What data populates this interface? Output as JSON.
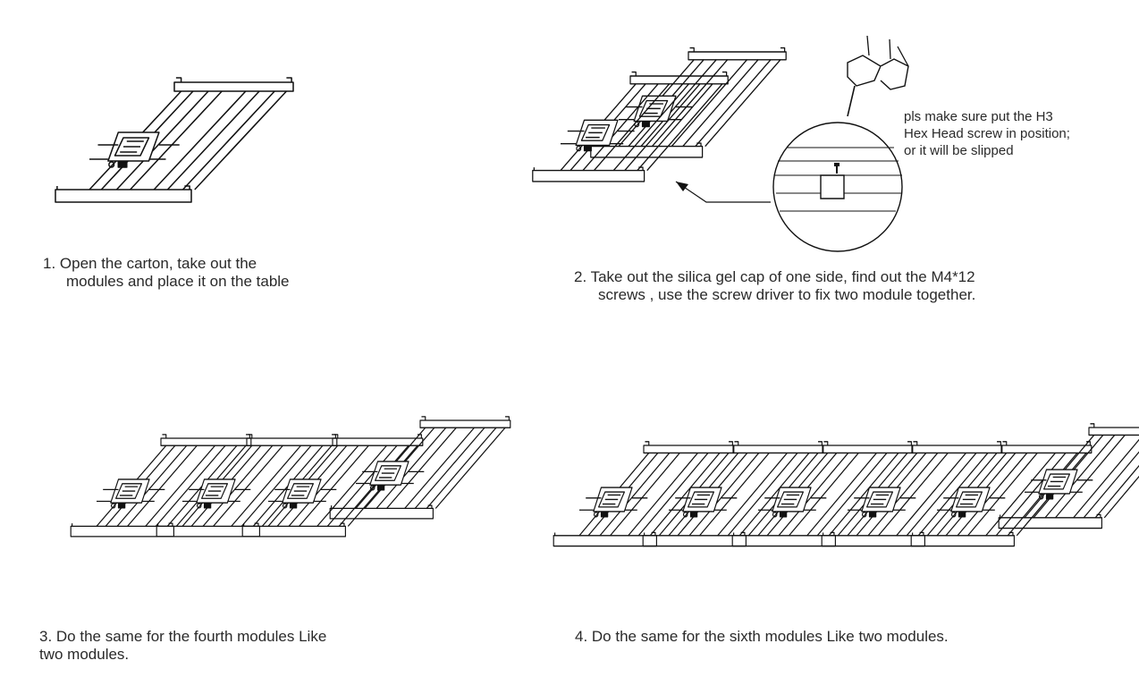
{
  "steps": [
    {
      "line1": "1. Open the carton, take out the",
      "line2": "modules and place it on the table"
    },
    {
      "line1": "2. Take out the silica gel cap of one side, find out the M4*12",
      "line2": "screws  , use the screw driver to fix two module together."
    },
    {
      "line1": " 3. Do the same for the fourth modules Like",
      "line2": "two modules."
    },
    {
      "line1": "4. Do the same for the sixth modules Like two modules.",
      "line2": ""
    }
  ],
  "note": {
    "line1": "pls make sure put the H3",
    "line2": "Hex Head screw in position;",
    "line3": "or it will be slipped"
  }
}
